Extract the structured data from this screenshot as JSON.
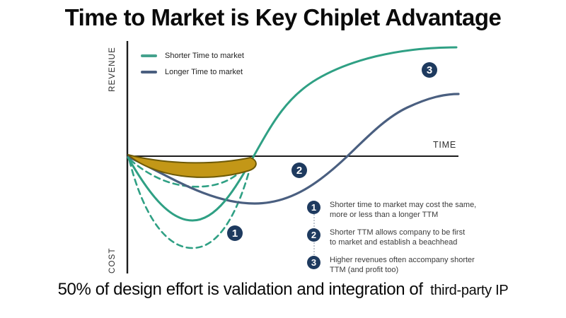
{
  "slide": {
    "title": "Time to Market is Key Chiplet Advantage",
    "footer": {
      "main": "50% of design effort is validation and integration of",
      "secondary": "third-party IP"
    }
  },
  "chart": {
    "axes": {
      "y_top_label": "REVENUE",
      "y_bottom_label": "COST",
      "x_label": "TIME"
    },
    "legend": [
      {
        "label": "Shorter Time to market",
        "color": "#2fa084"
      },
      {
        "label": "Longer Time to market",
        "color": "#4a5f80"
      }
    ],
    "markers": [
      {
        "number": "1"
      },
      {
        "number": "2"
      },
      {
        "number": "3"
      }
    ],
    "annotations": [
      {
        "number": "1",
        "text": "Shorter time to market may cost the same,\nmore or less than a longer TTM"
      },
      {
        "number": "2",
        "text": "Shorter TTM allows company to be first\nto market and establish a beachhead"
      },
      {
        "number": "3",
        "text": "Higher revenues often accompany shorter\nTTM (and profit too)"
      }
    ],
    "colors": {
      "shorter_curve": "#2fa084",
      "longer_curve": "#4a5f80",
      "badge_navy": "#1e3a5f",
      "highlight_gold_fill": "#c39717",
      "highlight_gold_outline": "#6e5a07",
      "axis": "#1c1c1c"
    }
  },
  "chart_data": {
    "type": "line",
    "title": "Time to Market is Key Chiplet Advantage",
    "xlabel": "TIME",
    "ylabel": "REVENUE (up) / COST (down)",
    "axis_note": "Conceptual chart with no numeric ticks; values normalized, x 0-10 time units, y -1 to 1 where 1 = shorter-TTM peak revenue",
    "xlim": [
      0,
      10
    ],
    "ylim": [
      -1.1,
      1.1
    ],
    "legend_position": "top-left",
    "grid": false,
    "series": [
      {
        "name": "Shorter Time to market",
        "style": "solid",
        "color": "#2fa084",
        "x": [
          0,
          1,
          2,
          3,
          3.8,
          5,
          6,
          7,
          8,
          10
        ],
        "y": [
          0,
          -0.45,
          -0.59,
          -0.33,
          0,
          0.42,
          0.72,
          0.9,
          0.98,
          1.0
        ]
      },
      {
        "name": "Longer Time to market",
        "style": "solid",
        "color": "#4a5f80",
        "x": [
          0,
          1,
          2,
          3,
          3.9,
          5,
          6,
          6.7,
          8,
          9,
          10
        ],
        "y": [
          0,
          -0.25,
          -0.36,
          -0.42,
          -0.44,
          -0.35,
          -0.15,
          0,
          0.3,
          0.5,
          0.57
        ]
      },
      {
        "name": "Shorter TTM lower-cost variant (dashed)",
        "style": "dashed",
        "color": "#2fa084",
        "x": [
          0,
          1,
          2.2,
          3,
          3.8
        ],
        "y": [
          0,
          -0.2,
          -0.29,
          -0.2,
          0
        ]
      },
      {
        "name": "Shorter TTM higher-cost variant (dashed)",
        "style": "dashed",
        "color": "#2fa084",
        "x": [
          0,
          1,
          2,
          3,
          3.8
        ],
        "y": [
          0,
          -0.55,
          -0.84,
          -0.5,
          0
        ]
      }
    ],
    "annotations_on_plot": [
      {
        "label": "1",
        "x": 3.3,
        "y": -0.7,
        "meaning": "cost spread of shorter TTM"
      },
      {
        "label": "2",
        "x": 5.2,
        "y": -0.13,
        "meaning": "shorter TTM reaches market first"
      },
      {
        "label": "3",
        "x": 9.2,
        "y": 0.79,
        "meaning": "higher revenues with shorter TTM"
      }
    ],
    "highlight": {
      "shape": "gold crescent along time axis from x=0 to x=3.9",
      "fill": "#c39717",
      "outline": "#6e5a07"
    }
  }
}
